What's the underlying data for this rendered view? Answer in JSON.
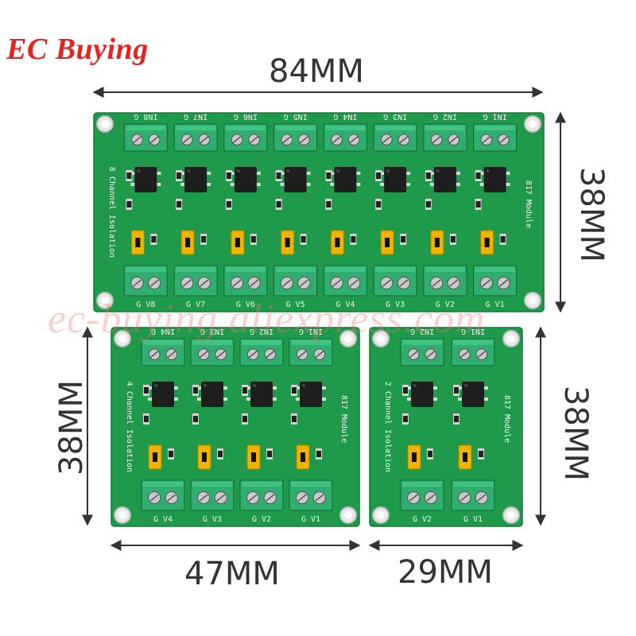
{
  "brand": "EC Buying",
  "watermark": "ec-buying.aliexpress.com",
  "dimensions": {
    "top_width": "84MM",
    "top_height": "38MM",
    "left_height": "38MM",
    "right_height": "38MM",
    "mid_width": "47MM",
    "small_width": "29MM"
  },
  "boards": {
    "eight": {
      "inputs": [
        "IN8 G",
        "IN7 G",
        "IN6 G",
        "IN5 G",
        "IN4 G",
        "IN3 G",
        "IN2 G",
        "IN1 G"
      ],
      "outputs": [
        "G V8",
        "G V7",
        "G V6",
        "G V5",
        "G V4",
        "G V3",
        "G V2",
        "G V1"
      ],
      "title": "8 Channel Isolation",
      "module": "817 Module"
    },
    "four": {
      "inputs": [
        "IN4 G",
        "IN3 G",
        "IN2 G",
        "IN1 G"
      ],
      "outputs": [
        "G V4",
        "G V3",
        "G V2",
        "G V1"
      ],
      "title": "4 Channel Isolation",
      "module": "817 Module"
    },
    "two": {
      "inputs": [
        "IN2 G",
        "IN1 G"
      ],
      "outputs": [
        "G V2",
        "G V1"
      ],
      "title": "2 Channel Isolation",
      "module": "817 Module"
    }
  },
  "colors": {
    "pcb": "#1e9a4a",
    "terminal": "#2fae70",
    "jumper": "#f0b400",
    "brand": "#e8231f"
  }
}
